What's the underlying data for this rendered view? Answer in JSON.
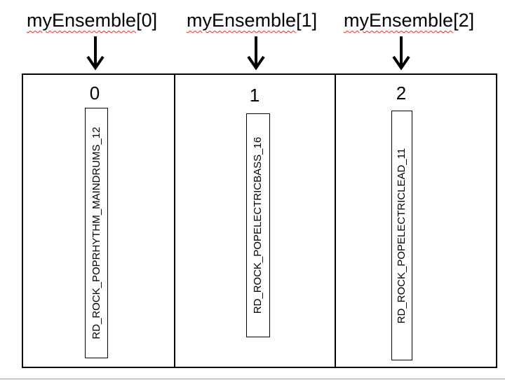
{
  "ensemble_name": "myEnsemble",
  "slots": [
    {
      "bracket_label": "[0]",
      "index": "0",
      "instrument": "RD_ROCK_POPRHYTHM_MAINDRUMS_12"
    },
    {
      "bracket_label": "[1]",
      "index": "1",
      "instrument": "RD_ROCK_POPELECTRICBASS_16"
    },
    {
      "bracket_label": "[2]",
      "index": "2",
      "instrument": "RD_ROCK_POPELECTRICLEAD_11"
    }
  ],
  "colors": {
    "ink": "#000000",
    "spellcheck_underline": "#e0302a",
    "background": "#ffffff"
  },
  "icons": [
    "arrow-down-icon"
  ]
}
